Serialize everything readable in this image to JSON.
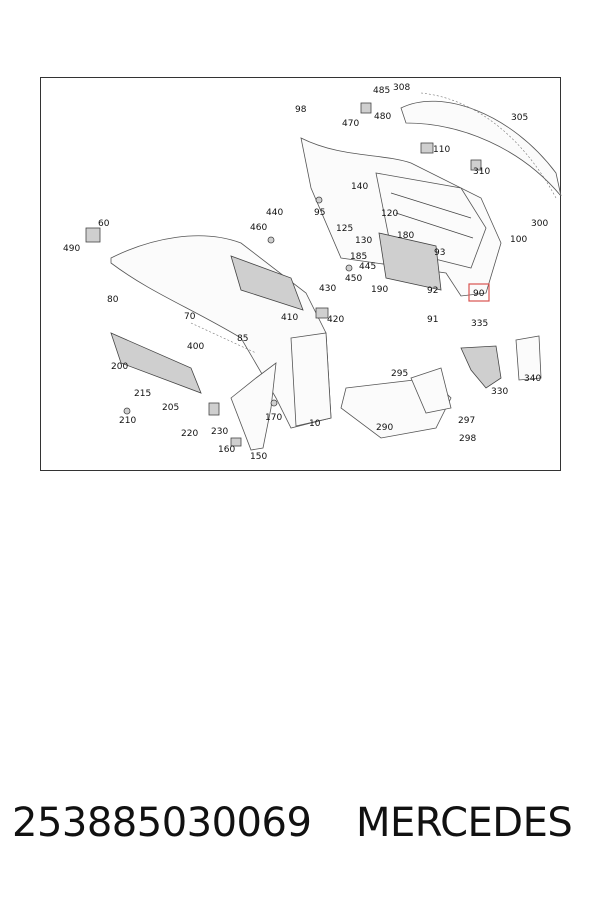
{
  "diagram": {
    "highlighted_callout": "90",
    "callouts": [
      "485",
      "308",
      "98",
      "470",
      "480",
      "305",
      "110",
      "310",
      "140",
      "95",
      "440",
      "120",
      "300",
      "125",
      "460",
      "100",
      "60",
      "130",
      "180",
      "490",
      "185",
      "93",
      "445",
      "450",
      "190",
      "92",
      "90",
      "430",
      "80",
      "91",
      "335",
      "70",
      "420",
      "410",
      "85",
      "400",
      "295",
      "340",
      "330",
      "200",
      "215",
      "205",
      "210",
      "220",
      "230",
      "170",
      "10",
      "297",
      "290",
      "298",
      "160",
      "150"
    ]
  },
  "footer": {
    "part_number": "253885030069",
    "brand": "MERCEDES"
  }
}
